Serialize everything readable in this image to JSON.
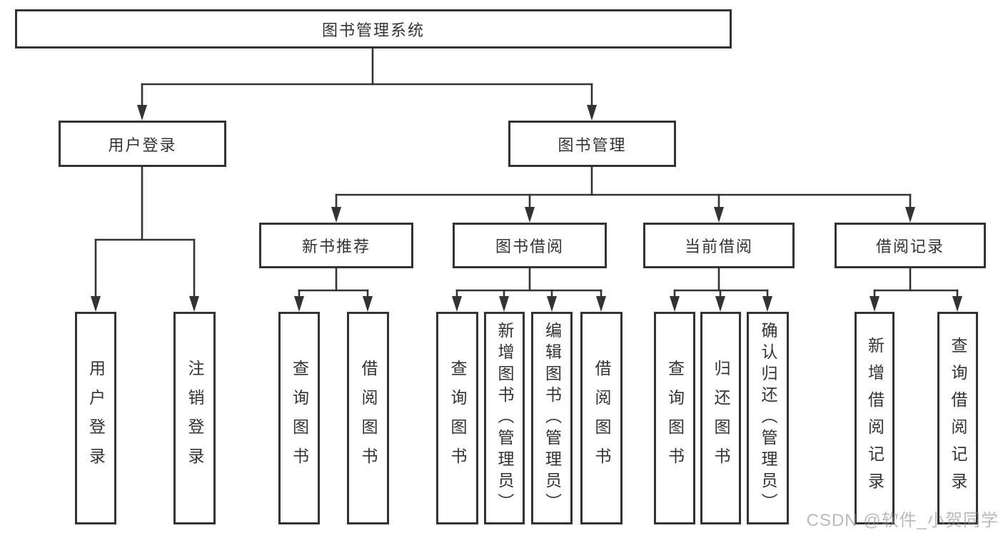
{
  "diagram": {
    "type": "hierarchy-chart",
    "colors": {
      "background": "#ffffff",
      "line": "#333333",
      "text": "#333333",
      "watermark": "#8c8c8c"
    },
    "tree": {
      "root": {
        "label": "图书管理系统",
        "children": [
          {
            "label": "用户登录",
            "children": [
              {
                "label": "用户登录"
              },
              {
                "label": "注销登录"
              }
            ]
          },
          {
            "label": "图书管理",
            "children": [
              {
                "label": "新书推荐",
                "children": [
                  {
                    "label": "查询图书"
                  },
                  {
                    "label": "借阅图书"
                  }
                ]
              },
              {
                "label": "图书借阅",
                "children": [
                  {
                    "label": "查询图书"
                  },
                  {
                    "label": "新增图书（管理员）"
                  },
                  {
                    "label": "编辑图书（管理员）"
                  },
                  {
                    "label": "借阅图书"
                  }
                ]
              },
              {
                "label": "当前借阅",
                "children": [
                  {
                    "label": "查询图书"
                  },
                  {
                    "label": "归还图书"
                  },
                  {
                    "label": "确认归还（管理员）"
                  }
                ]
              },
              {
                "label": "借阅记录",
                "children": [
                  {
                    "label": "新增借阅记录"
                  },
                  {
                    "label": "查询借阅记录"
                  }
                ]
              }
            ]
          }
        ]
      }
    },
    "watermark": {
      "text": "CSDN @软件_小贺同学"
    }
  }
}
